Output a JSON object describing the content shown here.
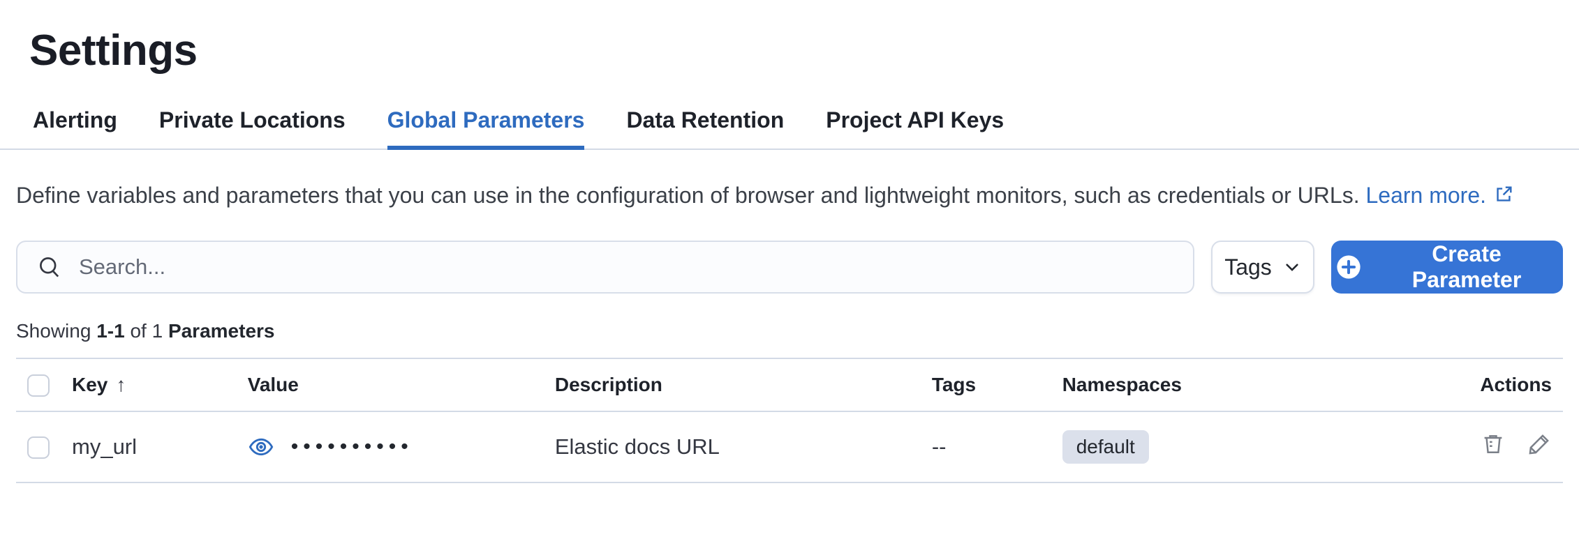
{
  "page": {
    "title": "Settings"
  },
  "tabs": [
    {
      "label": "Alerting",
      "active": false
    },
    {
      "label": "Private Locations",
      "active": false
    },
    {
      "label": "Global Parameters",
      "active": true
    },
    {
      "label": "Data Retention",
      "active": false
    },
    {
      "label": "Project API Keys",
      "active": false
    }
  ],
  "description": {
    "text": "Define variables and parameters that you can use in the configuration of browser and lightweight monitors, such as credentials or URLs.",
    "link_text": "Learn more.",
    "external_icon": "external-link-icon"
  },
  "toolbar": {
    "search_placeholder": "Search...",
    "search_value": "",
    "search_icon": "search-icon",
    "tags_label": "Tags",
    "tags_icon": "chevron-down-icon",
    "create_label": "Create Parameter",
    "create_icon": "plus-in-circle-icon"
  },
  "summary": {
    "prefix": "Showing",
    "range": "1-1",
    "middle": "of",
    "total": "1",
    "entity": "Parameters"
  },
  "table": {
    "columns": [
      "Key",
      "Value",
      "Description",
      "Tags",
      "Namespaces",
      "Actions"
    ],
    "sort": {
      "column": "Key",
      "direction": "ascending",
      "icon": "sort-ascending-icon"
    },
    "rows": [
      {
        "key": "my_url",
        "value_masked": "••••••••••",
        "value_icon": "eye-icon",
        "description": "Elastic docs URL",
        "tags": "--",
        "namespace": "default",
        "actions": [
          "trash-icon",
          "pencil-icon"
        ]
      }
    ]
  },
  "colors": {
    "primary_button": "#3674d6",
    "link": "#2e6bbf",
    "text": "#343741",
    "heading": "#1a1d26",
    "border": "#d3dae6",
    "badge_bg": "#dbe0eb",
    "icon_gray": "#7a7f88"
  }
}
